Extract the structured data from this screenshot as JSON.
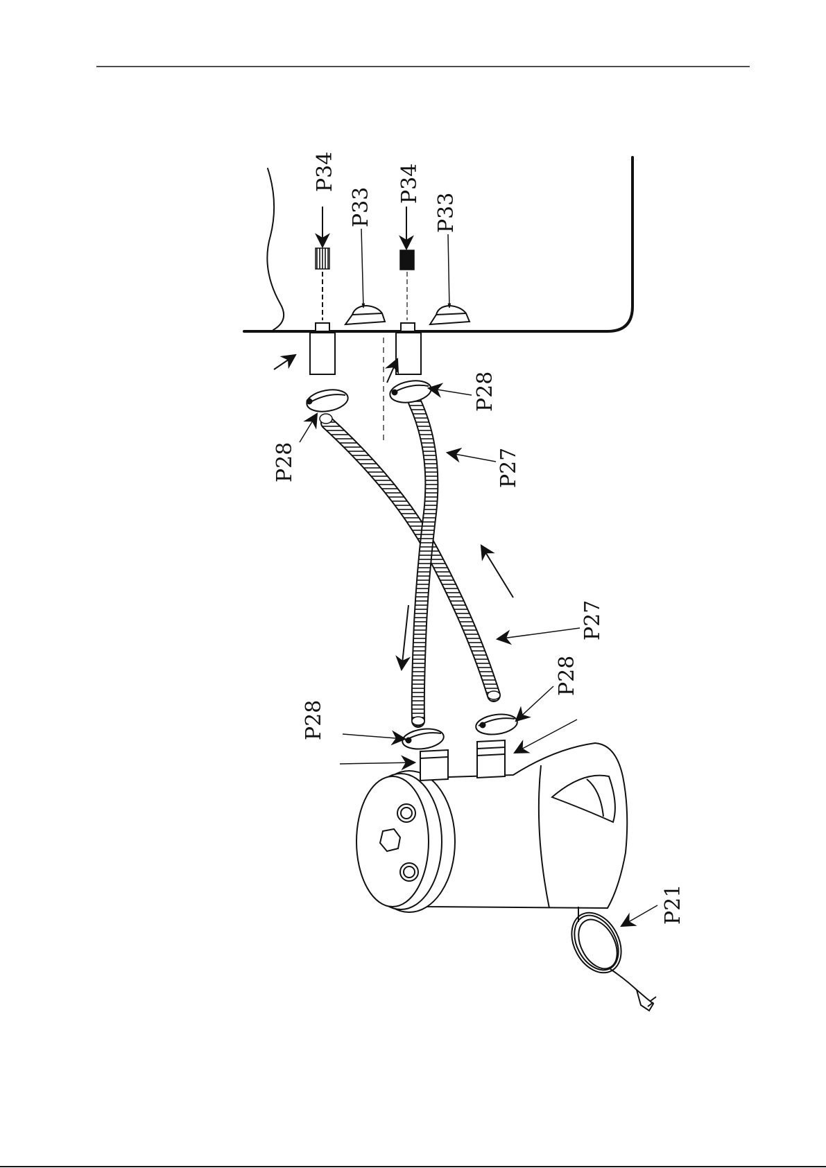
{
  "labels": {
    "p34_top": "P34",
    "p33_top": "P33",
    "p34_bottom": "P34",
    "p33_bottom": "P33",
    "p28_pool_top": "P28",
    "p28_pool_bottom": "P28",
    "p27_upper": "P27",
    "p27_lower": "P27",
    "p28_pump_left": "P28",
    "p28_pump_right": "P28",
    "p21_cord": "P21"
  },
  "colors": {
    "ink": "#111111",
    "paper": "#ffffff"
  }
}
